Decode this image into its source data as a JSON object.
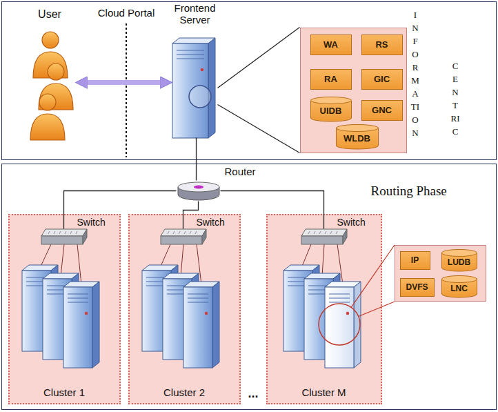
{
  "diagram": {
    "nodes": [
      {
        "text": [
          "INFORMATION",
          "CENTRIC"
        ]
      },
      {
        "text": [
          "User"
        ],
        "in": 0
      },
      {
        "text": [
          "Frontend Server"
        ],
        "in": 0
      },
      {
        "text": [],
        "in": 0
      },
      {
        "text": [
          "WA"
        ],
        "in": 3
      },
      {
        "text": [
          "RS"
        ],
        "in": 3
      },
      {
        "text": [
          "RA"
        ],
        "in": 3
      },
      {
        "text": [
          "GIC"
        ],
        "in": 3
      },
      {
        "text": [
          "UIDB"
        ],
        "in": 3
      },
      {
        "text": [
          "GNC"
        ],
        "in": 3
      },
      {
        "text": [
          "WLDB"
        ],
        "in": 3
      },
      {
        "text": [
          "Routing Phase"
        ]
      },
      {
        "text": [
          "Router"
        ],
        "in": 11
      },
      {
        "text": [
          "Cluster 1"
        ],
        "in": 11
      },
      {
        "text": [
          "Switch"
        ],
        "in": 13
      },
      {
        "text": [
          "Cluster 2"
        ],
        "in": 11
      },
      {
        "text": [
          "Switch"
        ],
        "in": 15
      },
      {
        "text": [
          "Cluster M"
        ],
        "in": 11
      },
      {
        "text": [
          "Switch"
        ],
        "in": 17
      },
      {
        "text": [],
        "in": 11
      },
      {
        "text": [
          "IP"
        ],
        "in": 19
      },
      {
        "text": [
          "LUDB"
        ],
        "in": 19
      },
      {
        "text": [
          "DVFS"
        ],
        "in": 19
      },
      {
        "text": [
          "LNC"
        ],
        "in": 19
      }
    ],
    "edges": [
      {
        "from": 1,
        "to": 2,
        "arrow": "both"
      },
      {
        "from": 2,
        "to": 3,
        "arrow": "none"
      },
      {
        "from": 2,
        "to": 3,
        "arrow": "none"
      },
      {
        "from": 2,
        "to": 12,
        "arrow": "none"
      },
      {
        "from": 12,
        "to": 14,
        "arrow": "none"
      },
      {
        "from": 12,
        "to": 16,
        "arrow": "none"
      },
      {
        "from": 12,
        "to": 18,
        "arrow": "none"
      }
    ],
    "labels": [
      "Cloud Portal",
      "..."
    ]
  }
}
